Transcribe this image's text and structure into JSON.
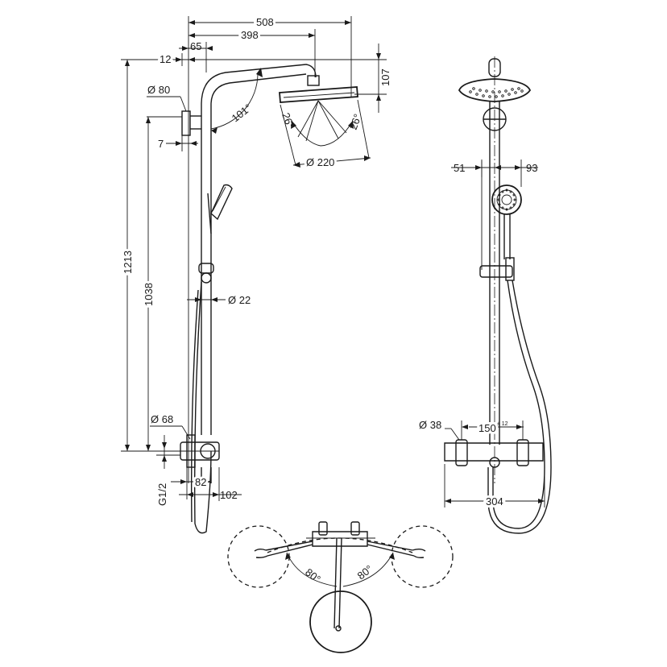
{
  "dimensions": {
    "width_508": "508",
    "width_398": "398",
    "offset_65": "65",
    "offset_12": "12",
    "height_107": "107",
    "dia_80": "Ø 80",
    "angle_101": "101°",
    "angle_26_left": "26°",
    "angle_26_right": "26°",
    "dia_220": "Ø 220",
    "offset_7": "7",
    "height_1213": "1213",
    "height_1038": "1038",
    "dia_22": "Ø 22",
    "dia_68": "Ø 68",
    "thread_g12": "G1/2",
    "depth_82": "82",
    "depth_102": "102",
    "dim_51": "51",
    "dim_93": "93",
    "dia_38": "Ø 38",
    "spacing_150": "150",
    "tolerance_12": "± 12",
    "width_304": "304",
    "angle_80_left": "80°",
    "angle_80_right": "80°"
  }
}
